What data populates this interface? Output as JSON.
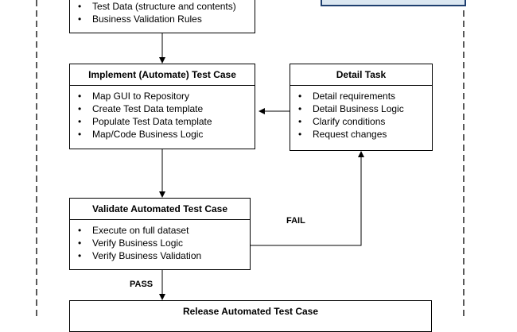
{
  "top_box": {
    "items": [
      "Test Data (structure and contents)",
      "Business Validation Rules"
    ]
  },
  "implement_box": {
    "title": "Implement (Automate) Test Case",
    "items": [
      "Map GUI to Repository",
      "Create Test Data template",
      "Populate Test Data template",
      "Map/Code Business Logic"
    ]
  },
  "detail_box": {
    "title": "Detail Task",
    "items": [
      "Detail requirements",
      "Detail Business Logic",
      "Clarify conditions",
      "Request changes"
    ]
  },
  "validate_box": {
    "title": "Validate Automated Test Case",
    "items": [
      "Execute on full dataset",
      "Verify Business Logic",
      "Verify Business Validation"
    ]
  },
  "release_box": {
    "title": "Release Automated Test Case"
  },
  "labels": {
    "fail": "FAIL",
    "pass": "PASS"
  },
  "colors": {
    "accent_border": "#1f3f6f",
    "accent_fill": "#dbe7f1"
  }
}
